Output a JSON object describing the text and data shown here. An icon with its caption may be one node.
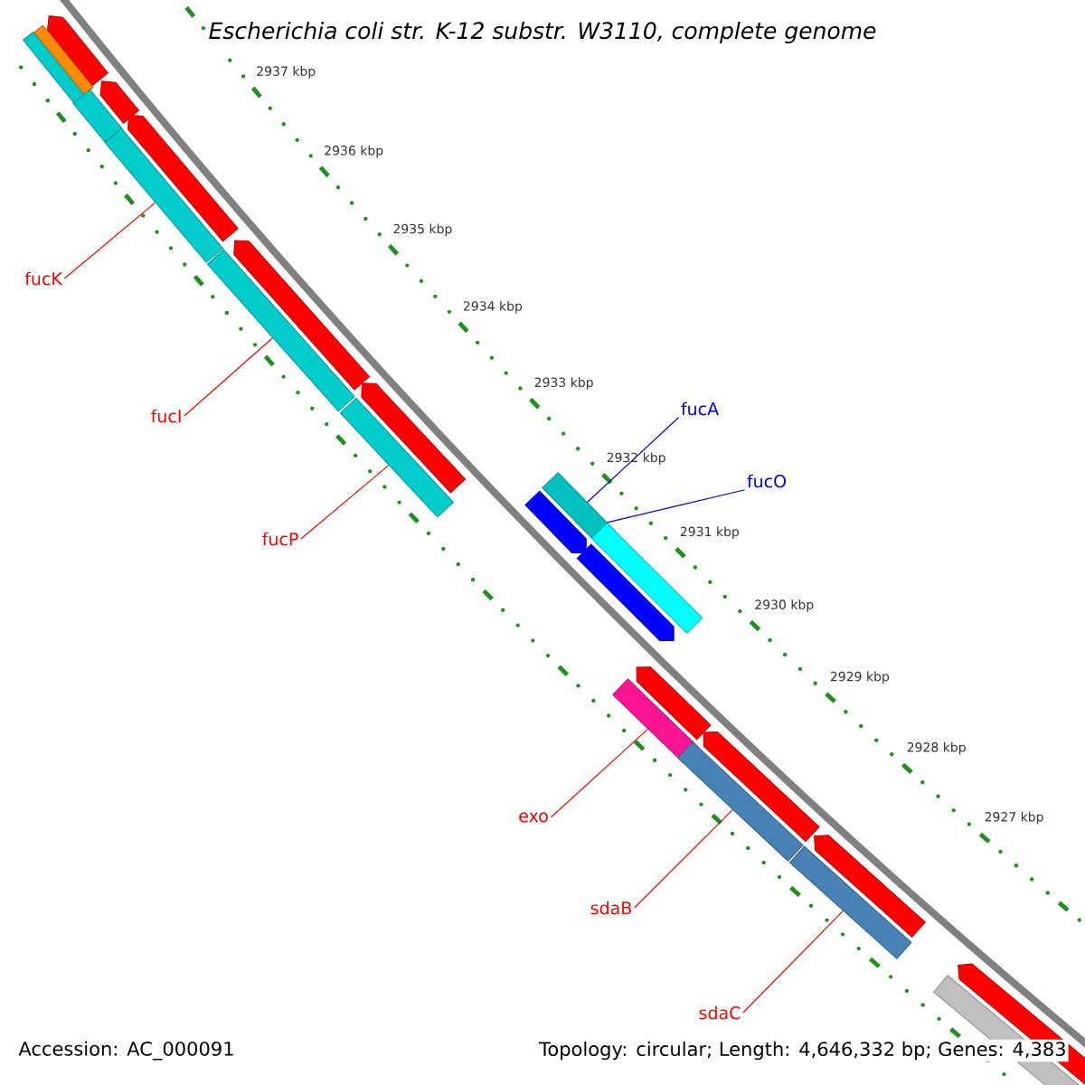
{
  "diagram": {
    "title": "Escherichia coli str. K-12 substr. W3110, complete genome",
    "nodes": [
      {
        "text": [
          "fucK"
        ]
      },
      {
        "text": [
          "fucI"
        ]
      },
      {
        "text": [
          "fucP"
        ]
      },
      {
        "text": [
          "fucA"
        ]
      },
      {
        "text": [
          "fucO"
        ]
      },
      {
        "text": [
          "exo"
        ]
      },
      {
        "text": [
          "sdaB"
        ]
      },
      {
        "text": [
          "sdaC"
        ]
      },
      {
        "text": [],
        "shape": "pentagon"
      },
      {
        "text": [],
        "shape": "bar"
      },
      {
        "text": [],
        "shape": "bar"
      },
      {
        "text": [],
        "shape": "bar"
      },
      {
        "text": [],
        "shape": "pentagon"
      },
      {
        "text": [],
        "shape": "bar"
      },
      {
        "text": [],
        "shape": "pentagon"
      },
      {
        "text": [],
        "shape": "bar"
      },
      {
        "text": [],
        "shape": "pentagon"
      },
      {
        "text": [],
        "shape": "bar"
      },
      {
        "text": [],
        "shape": "pentagon"
      },
      {
        "text": [],
        "shape": "pentagon"
      },
      {
        "text": [],
        "shape": "bar"
      },
      {
        "text": [],
        "shape": "pentagon"
      },
      {
        "text": [],
        "shape": "bar"
      },
      {
        "text": [],
        "shape": "bar"
      },
      {
        "text": [],
        "shape": "pentagon"
      },
      {
        "text": [],
        "shape": "bar"
      },
      {
        "text": [],
        "shape": "pentagon"
      },
      {
        "text": [],
        "shape": "bar"
      },
      {
        "text": [],
        "shape": "pentagon"
      },
      {
        "text": [],
        "shape": "bar"
      },
      {
        "text": [],
        "shape": "pentagon"
      }
    ],
    "edges": [
      {
        "from": 0,
        "to": 13,
        "arrow": "none"
      },
      {
        "from": 1,
        "to": 15,
        "arrow": "none"
      },
      {
        "from": 2,
        "to": 17,
        "arrow": "none"
      },
      {
        "from": 3,
        "to": 20,
        "arrow": "none",
        "color": "#0000ff"
      },
      {
        "from": 4,
        "to": 22,
        "arrow": "none",
        "color": "#0000ff"
      },
      {
        "from": 5,
        "to": 23,
        "arrow": "none"
      },
      {
        "from": 6,
        "to": 25,
        "arrow": "none"
      },
      {
        "from": 7,
        "to": 27,
        "arrow": "none"
      }
    ],
    "labels": [
      "2937 kbp",
      "2936 kbp",
      "2935 kbp",
      "2934 kbp",
      "2933 kbp",
      "2932 kbp",
      "2931 kbp",
      "2930 kbp",
      "2929 kbp",
      "2928 kbp",
      "2927 kbp",
      "Accession: AC_000091",
      "Topology: circular; Length: 4,646,332 bp; Genes: 4,383"
    ]
  }
}
